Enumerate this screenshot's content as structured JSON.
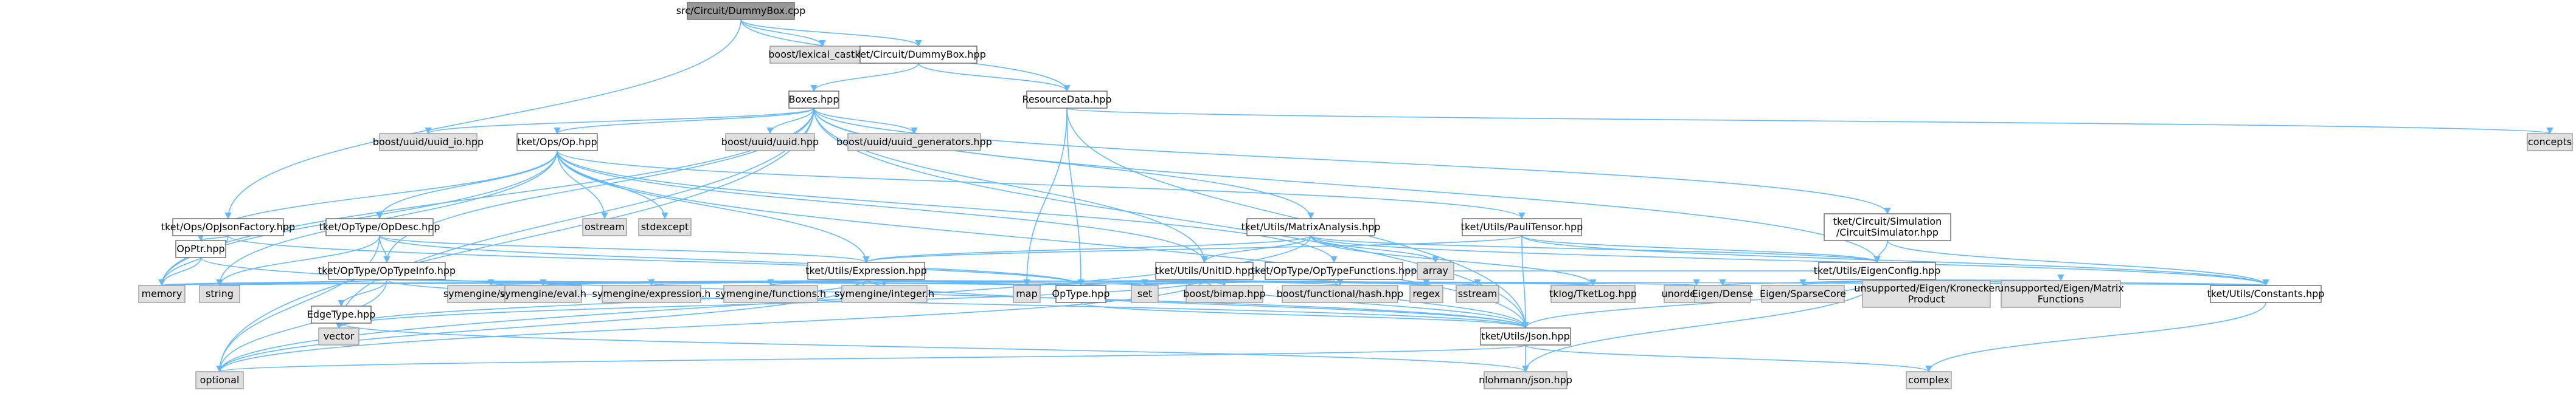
{
  "colors": {
    "edge": "#63b8ff",
    "node_fill": "#ffffff",
    "node_border": "#666666",
    "system_fill": "#e0e0e0",
    "system_border": "#999999",
    "root_fill": "#999999",
    "root_border": "#666666",
    "text": "#000000"
  },
  "nodes": {
    "root": {
      "label": [
        "src/Circuit/DummyBox.cpp"
      ],
      "kind": "root"
    },
    "lexical_cast": {
      "label": [
        "boost/lexical_cast.hpp"
      ],
      "kind": "system"
    },
    "dummybox_hpp": {
      "label": [
        "tket/Circuit/DummyBox.hpp"
      ],
      "kind": "doc"
    },
    "boxes": {
      "label": [
        "Boxes.hpp"
      ],
      "kind": "doc"
    },
    "resourcedata": {
      "label": [
        "ResourceData.hpp"
      ],
      "kind": "doc"
    },
    "concepts": {
      "label": [
        "concepts"
      ],
      "kind": "system"
    },
    "uuid_io": {
      "label": [
        "boost/uuid/uuid_io.hpp"
      ],
      "kind": "system"
    },
    "op_hpp": {
      "label": [
        "tket/Ops/Op.hpp"
      ],
      "kind": "doc"
    },
    "uuid": {
      "label": [
        "boost/uuid/uuid.hpp"
      ],
      "kind": "system"
    },
    "uuid_gen": {
      "label": [
        "boost/uuid/uuid_generators.hpp"
      ],
      "kind": "system"
    },
    "opjson": {
      "label": [
        "tket/Ops/OpJsonFactory.hpp"
      ],
      "kind": "doc"
    },
    "opdesc": {
      "label": [
        "tket/OpType/OpDesc.hpp"
      ],
      "kind": "doc"
    },
    "ostream": {
      "label": [
        "ostream"
      ],
      "kind": "system"
    },
    "stdexcept": {
      "label": [
        "stdexcept"
      ],
      "kind": "system"
    },
    "matrixanalysis": {
      "label": [
        "tket/Utils/MatrixAnalysis.hpp"
      ],
      "kind": "doc"
    },
    "paulitensor": {
      "label": [
        "tket/Utils/PauliTensor.hpp"
      ],
      "kind": "doc"
    },
    "circsim": {
      "label": [
        "tket/Circuit/Simulation",
        "/CircuitSimulator.hpp"
      ],
      "kind": "doc"
    },
    "opptr": {
      "label": [
        "OpPtr.hpp"
      ],
      "kind": "doc"
    },
    "optypeinfo": {
      "label": [
        "tket/OpType/OpTypeInfo.hpp"
      ],
      "kind": "doc"
    },
    "expression": {
      "label": [
        "tket/Utils/Expression.hpp"
      ],
      "kind": "doc"
    },
    "unitid": {
      "label": [
        "tket/Utils/UnitID.hpp"
      ],
      "kind": "doc"
    },
    "optypefunc": {
      "label": [
        "tket/OpType/OpTypeFunctions.hpp"
      ],
      "kind": "doc"
    },
    "array": {
      "label": [
        "array"
      ],
      "kind": "system"
    },
    "eigenconfig": {
      "label": [
        "tket/Utils/EigenConfig.hpp"
      ],
      "kind": "doc"
    },
    "memory": {
      "label": [
        "memory"
      ],
      "kind": "system"
    },
    "string": {
      "label": [
        "string"
      ],
      "kind": "system"
    },
    "edgetype": {
      "label": [
        "EdgeType.hpp"
      ],
      "kind": "doc"
    },
    "sym_visitor": {
      "label": [
        "symengine/visitor.h"
      ],
      "kind": "system"
    },
    "sym_eval": {
      "label": [
        "symengine/eval.h"
      ],
      "kind": "system"
    },
    "sym_expr": {
      "label": [
        "symengine/expression.h"
      ],
      "kind": "system"
    },
    "sym_func": {
      "label": [
        "symengine/functions.h"
      ],
      "kind": "system"
    },
    "sym_int": {
      "label": [
        "symengine/integer.h"
      ],
      "kind": "system"
    },
    "map": {
      "label": [
        "map"
      ],
      "kind": "system"
    },
    "optype": {
      "label": [
        "OpType.hpp"
      ],
      "kind": "doc"
    },
    "set": {
      "label": [
        "set"
      ],
      "kind": "system"
    },
    "bimap": {
      "label": [
        "boost/bimap.hpp"
      ],
      "kind": "system"
    },
    "funchash": {
      "label": [
        "boost/functional/hash.hpp"
      ],
      "kind": "system"
    },
    "regex": {
      "label": [
        "regex"
      ],
      "kind": "system"
    },
    "sstream": {
      "label": [
        "sstream"
      ],
      "kind": "system"
    },
    "tklog": {
      "label": [
        "tklog/TketLog.hpp"
      ],
      "kind": "system"
    },
    "unordered_set": {
      "label": [
        "unordered_set"
      ],
      "kind": "system"
    },
    "eigen_dense": {
      "label": [
        "Eigen/Dense"
      ],
      "kind": "system"
    },
    "eigen_sparse": {
      "label": [
        "Eigen/SparseCore"
      ],
      "kind": "system"
    },
    "kronecker": {
      "label": [
        "unsupported/Eigen/Kronecker",
        "Product"
      ],
      "kind": "system"
    },
    "matfunc": {
      "label": [
        "unsupported/Eigen/Matrix",
        "Functions"
      ],
      "kind": "system"
    },
    "constants": {
      "label": [
        "tket/Utils/Constants.hpp"
      ],
      "kind": "doc"
    },
    "vector": {
      "label": [
        "vector"
      ],
      "kind": "system"
    },
    "json": {
      "label": [
        "tket/Utils/Json.hpp"
      ],
      "kind": "doc"
    },
    "optional": {
      "label": [
        "optional"
      ],
      "kind": "system"
    },
    "nlohmann": {
      "label": [
        "nlohmann/json.hpp"
      ],
      "kind": "system"
    },
    "complex": {
      "label": [
        "complex"
      ],
      "kind": "system"
    }
  },
  "edges": [
    [
      "root",
      "lexical_cast"
    ],
    [
      "root",
      "dummybox_hpp"
    ],
    [
      "root",
      "resourcedata"
    ],
    [
      "root",
      "opjson"
    ],
    [
      "dummybox_hpp",
      "boxes"
    ],
    [
      "dummybox_hpp",
      "resourcedata"
    ],
    [
      "resourcedata",
      "concepts"
    ],
    [
      "resourcedata",
      "map"
    ],
    [
      "resourcedata",
      "optype"
    ],
    [
      "resourcedata",
      "json"
    ],
    [
      "boxes",
      "uuid_io"
    ],
    [
      "boxes",
      "op_hpp"
    ],
    [
      "boxes",
      "uuid"
    ],
    [
      "boxes",
      "uuid_gen"
    ],
    [
      "boxes",
      "matrixanalysis"
    ],
    [
      "boxes",
      "circsim"
    ],
    [
      "boxes",
      "unitid"
    ],
    [
      "boxes",
      "optypeinfo"
    ],
    [
      "boxes",
      "eigenconfig"
    ],
    [
      "boxes",
      "json"
    ],
    [
      "boxes",
      "memory"
    ],
    [
      "boxes",
      "optional"
    ],
    [
      "boxes",
      "vector"
    ],
    [
      "op_hpp",
      "opdesc"
    ],
    [
      "op_hpp",
      "ostream"
    ],
    [
      "op_hpp",
      "stdexcept"
    ],
    [
      "op_hpp",
      "paulitensor"
    ],
    [
      "op_hpp",
      "expression"
    ],
    [
      "op_hpp",
      "unitid"
    ],
    [
      "op_hpp",
      "optypefunc"
    ],
    [
      "op_hpp",
      "opptr"
    ],
    [
      "op_hpp",
      "string"
    ],
    [
      "op_hpp",
      "memory"
    ],
    [
      "op_hpp",
      "json"
    ],
    [
      "opjson",
      "opptr"
    ],
    [
      "opjson",
      "optype"
    ],
    [
      "opjson",
      "memory"
    ],
    [
      "opptr",
      "memory"
    ],
    [
      "opptr",
      "json"
    ],
    [
      "opdesc",
      "optypeinfo"
    ],
    [
      "opdesc",
      "expression"
    ],
    [
      "opdesc",
      "optional"
    ],
    [
      "opdesc",
      "string"
    ],
    [
      "opdesc",
      "optype"
    ],
    [
      "matrixanalysis",
      "expression"
    ],
    [
      "matrixanalysis",
      "unitid"
    ],
    [
      "matrixanalysis",
      "array"
    ],
    [
      "matrixanalysis",
      "eigenconfig"
    ],
    [
      "matrixanalysis",
      "tklog"
    ],
    [
      "matrixanalysis",
      "constants"
    ],
    [
      "matrixanalysis",
      "optional"
    ],
    [
      "paulitensor",
      "expression"
    ],
    [
      "paulitensor",
      "eigenconfig"
    ],
    [
      "paulitensor",
      "json"
    ],
    [
      "paulitensor",
      "constants"
    ],
    [
      "circsim",
      "eigenconfig"
    ],
    [
      "circsim",
      "constants"
    ],
    [
      "optypeinfo",
      "edgetype"
    ],
    [
      "optypeinfo",
      "optype"
    ],
    [
      "optypeinfo",
      "map"
    ],
    [
      "optypeinfo",
      "optional"
    ],
    [
      "optypeinfo",
      "string"
    ],
    [
      "optypeinfo",
      "memory"
    ],
    [
      "optypeinfo",
      "json"
    ],
    [
      "edgetype",
      "vector"
    ],
    [
      "edgetype",
      "nlohmann"
    ],
    [
      "expression",
      "sym_visitor"
    ],
    [
      "expression",
      "sym_eval"
    ],
    [
      "expression",
      "sym_expr"
    ],
    [
      "expression",
      "sym_func"
    ],
    [
      "expression",
      "sym_int"
    ],
    [
      "expression",
      "map"
    ],
    [
      "expression",
      "set"
    ],
    [
      "expression",
      "json"
    ],
    [
      "expression",
      "memory"
    ],
    [
      "expression",
      "string"
    ],
    [
      "expression",
      "optional"
    ],
    [
      "expression",
      "vector"
    ],
    [
      "expression",
      "constants"
    ],
    [
      "unitid",
      "bimap"
    ],
    [
      "unitid",
      "funchash"
    ],
    [
      "unitid",
      "regex"
    ],
    [
      "unitid",
      "sstream"
    ],
    [
      "unitid",
      "tklog"
    ],
    [
      "unitid",
      "unordered_set"
    ],
    [
      "unitid",
      "map"
    ],
    [
      "unitid",
      "set"
    ],
    [
      "unitid",
      "json"
    ],
    [
      "unitid",
      "optional"
    ],
    [
      "unitid",
      "string"
    ],
    [
      "unitid",
      "vector"
    ],
    [
      "unitid",
      "eigenconfig"
    ],
    [
      "optypefunc",
      "optype"
    ],
    [
      "optypefunc",
      "set"
    ],
    [
      "optypefunc",
      "json"
    ],
    [
      "optype",
      "json"
    ],
    [
      "eigenconfig",
      "eigen_dense"
    ],
    [
      "eigenconfig",
      "eigen_sparse"
    ],
    [
      "eigenconfig",
      "kronecker"
    ],
    [
      "eigenconfig",
      "matfunc"
    ],
    [
      "eigenconfig",
      "json"
    ],
    [
      "eigenconfig",
      "nlohmann"
    ],
    [
      "eigenconfig",
      "constants"
    ],
    [
      "constants",
      "complex"
    ],
    [
      "json",
      "nlohmann"
    ],
    [
      "json",
      "complex"
    ],
    [
      "json",
      "optional"
    ]
  ]
}
